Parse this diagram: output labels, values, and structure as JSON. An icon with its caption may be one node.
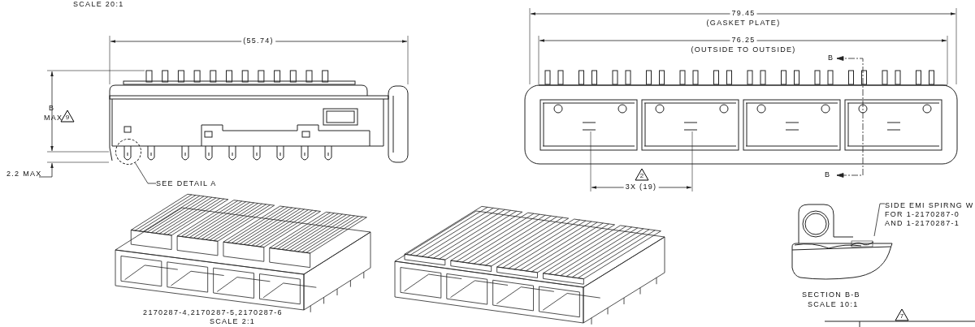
{
  "diagram": {
    "nodes": [
      {
        "text": [
          "SEE DETAIL A"
        ]
      },
      {
        "text": [],
        "shape": "circle"
      },
      {
        "text": [
          "SIDE EMI SPIRNG W FOR 1-2170287-0 AND 1-2170287-1"
        ]
      },
      {
        "text": [],
        "shape": "picture"
      }
    ],
    "edges": [
      {
        "from": 0,
        "to": 1,
        "arrow": "none"
      },
      {
        "from": 2,
        "to": 3,
        "arrow": "none"
      }
    ],
    "labels": [
      "SCALE 20:1",
      "(55.74)",
      "B",
      "MAX",
      "9",
      "2.2 MAX",
      "79.45",
      "(GASKET PLATE)",
      "76.25",
      "(OUTSIDE TO OUTSIDE)",
      "B",
      "B",
      "2",
      "3X (19)",
      "2170287-4,2170287-5,2170287-6",
      "SCALE 2:1",
      "SECTION B-B",
      "SCALE 10:1",
      "7"
    ]
  }
}
